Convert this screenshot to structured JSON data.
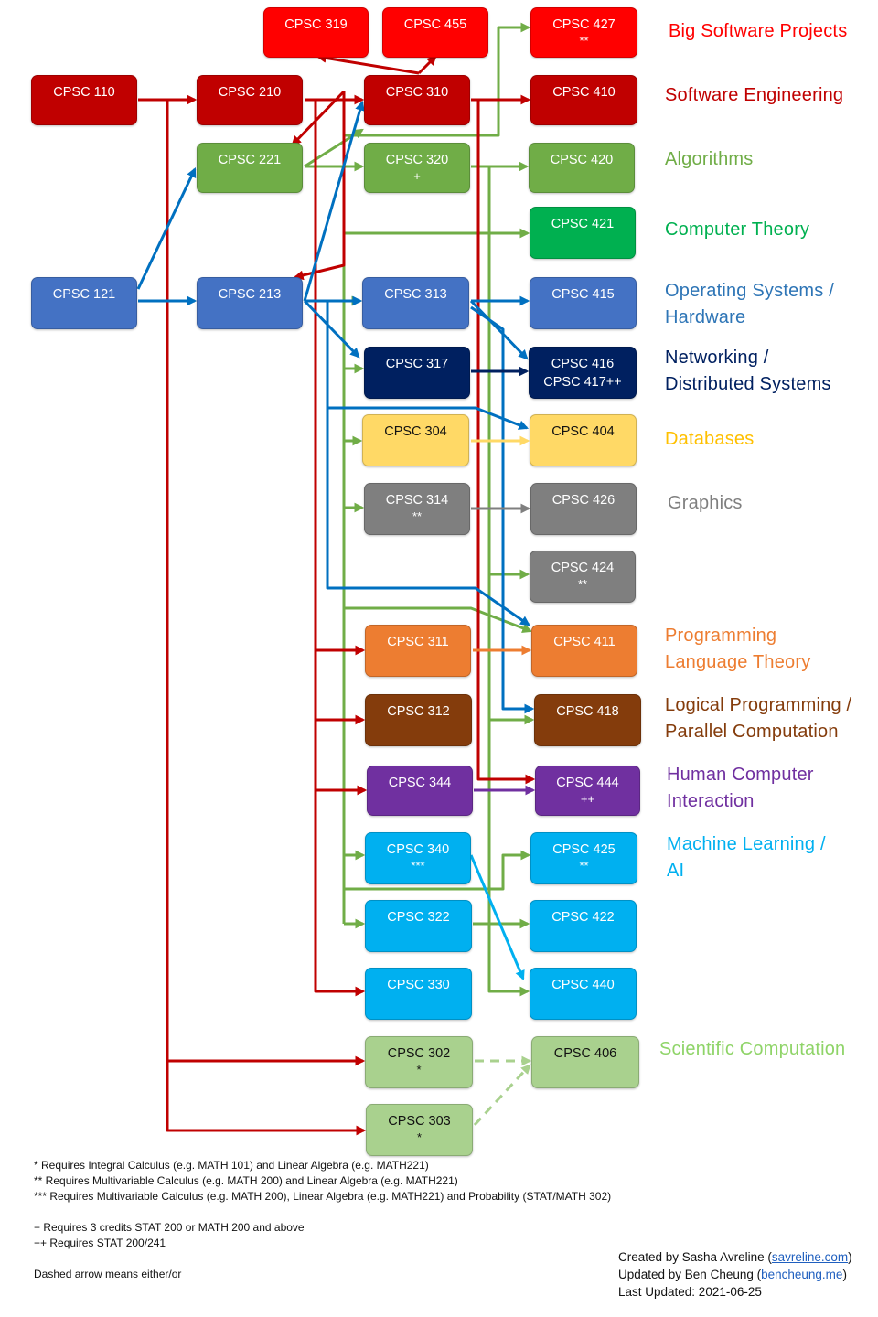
{
  "nodes": [
    {
      "id": "c319",
      "code": "CPSC 319",
      "mark": "",
      "color": "#ff0000",
      "text": "#ffffff"
    },
    {
      "id": "c455",
      "code": "CPSC 455",
      "mark": "",
      "color": "#ff0000",
      "text": "#ffffff"
    },
    {
      "id": "c427",
      "code": "CPSC 427",
      "mark": "**",
      "color": "#ff0000",
      "text": "#ffffff"
    },
    {
      "id": "c110",
      "code": "CPSC 110",
      "mark": "",
      "color": "#c00000",
      "text": "#ffffff"
    },
    {
      "id": "c210",
      "code": "CPSC 210",
      "mark": "",
      "color": "#c00000",
      "text": "#ffffff"
    },
    {
      "id": "c310",
      "code": "CPSC 310",
      "mark": "",
      "color": "#c00000",
      "text": "#ffffff"
    },
    {
      "id": "c410",
      "code": "CPSC 410",
      "mark": "",
      "color": "#c00000",
      "text": "#ffffff"
    },
    {
      "id": "c221",
      "code": "CPSC 221",
      "mark": "",
      "color": "#70ad47",
      "text": "#ffffff"
    },
    {
      "id": "c320",
      "code": "CPSC 320",
      "mark": "+",
      "color": "#70ad47",
      "text": "#ffffff"
    },
    {
      "id": "c420",
      "code": "CPSC 420",
      "mark": "",
      "color": "#70ad47",
      "text": "#ffffff"
    },
    {
      "id": "c421",
      "code": "CPSC 421",
      "mark": "",
      "color": "#00b050",
      "text": "#ffffff"
    },
    {
      "id": "c121",
      "code": "CPSC 121",
      "mark": "",
      "color": "#4472c4",
      "text": "#ffffff"
    },
    {
      "id": "c213",
      "code": "CPSC 213",
      "mark": "",
      "color": "#4472c4",
      "text": "#ffffff"
    },
    {
      "id": "c313",
      "code": "CPSC 313",
      "mark": "",
      "color": "#4472c4",
      "text": "#ffffff"
    },
    {
      "id": "c415",
      "code": "CPSC 415",
      "mark": "",
      "color": "#4472c4",
      "text": "#ffffff"
    },
    {
      "id": "c317",
      "code": "CPSC 317",
      "mark": "",
      "color": "#002060",
      "text": "#ffffff"
    },
    {
      "id": "c416",
      "code": "CPSC 416",
      "code2": "CPSC 417++",
      "mark": "",
      "color": "#002060",
      "text": "#ffffff"
    },
    {
      "id": "c304",
      "code": "CPSC 304",
      "mark": "",
      "color": "#ffd966",
      "text": "#111111"
    },
    {
      "id": "c404",
      "code": "CPSC 404",
      "mark": "",
      "color": "#ffd966",
      "text": "#111111"
    },
    {
      "id": "c314",
      "code": "CPSC 314",
      "mark": "**",
      "color": "#7f7f7f",
      "text": "#ffffff"
    },
    {
      "id": "c426",
      "code": "CPSC 426",
      "mark": "",
      "color": "#7f7f7f",
      "text": "#ffffff"
    },
    {
      "id": "c424",
      "code": "CPSC 424",
      "mark": "**",
      "color": "#7f7f7f",
      "text": "#ffffff"
    },
    {
      "id": "c311",
      "code": "CPSC 311",
      "mark": "",
      "color": "#ed7d31",
      "text": "#ffffff"
    },
    {
      "id": "c411",
      "code": "CPSC 411",
      "mark": "",
      "color": "#ed7d31",
      "text": "#ffffff"
    },
    {
      "id": "c312",
      "code": "CPSC 312",
      "mark": "",
      "color": "#843c0c",
      "text": "#ffffff"
    },
    {
      "id": "c418",
      "code": "CPSC 418",
      "mark": "",
      "color": "#843c0c",
      "text": "#ffffff"
    },
    {
      "id": "c344",
      "code": "CPSC 344",
      "mark": "",
      "color": "#7030a0",
      "text": "#ffffff"
    },
    {
      "id": "c444",
      "code": "CPSC 444",
      "mark": "++",
      "color": "#7030a0",
      "text": "#ffffff"
    },
    {
      "id": "c340",
      "code": "CPSC 340",
      "mark": "***",
      "color": "#00b0f0",
      "text": "#ffffff"
    },
    {
      "id": "c425",
      "code": "CPSC 425",
      "mark": "**",
      "color": "#00b0f0",
      "text": "#ffffff"
    },
    {
      "id": "c322",
      "code": "CPSC 322",
      "mark": "",
      "color": "#00b0f0",
      "text": "#ffffff"
    },
    {
      "id": "c422",
      "code": "CPSC 422",
      "mark": "",
      "color": "#00b0f0",
      "text": "#ffffff"
    },
    {
      "id": "c330",
      "code": "CPSC 330",
      "mark": "",
      "color": "#00b0f0",
      "text": "#ffffff"
    },
    {
      "id": "c440",
      "code": "CPSC 440",
      "mark": "",
      "color": "#00b0f0",
      "text": "#ffffff"
    },
    {
      "id": "c302",
      "code": "CPSC 302",
      "mark": "*",
      "color": "#a9d18e",
      "text": "#111111"
    },
    {
      "id": "c406",
      "code": "CPSC 406",
      "mark": "",
      "color": "#a9d18e",
      "text": "#111111"
    },
    {
      "id": "c303",
      "code": "CPSC 303",
      "mark": "*",
      "color": "#a9d18e",
      "text": "#111111"
    }
  ],
  "areas": [
    {
      "id": "big-software",
      "lines": [
        "Big Software Projects"
      ],
      "color": "#ff0000"
    },
    {
      "id": "software-eng",
      "lines": [
        "Software Engineering"
      ],
      "color": "#c00000"
    },
    {
      "id": "algorithms",
      "lines": [
        "Algorithms"
      ],
      "color": "#70ad47"
    },
    {
      "id": "computer-theory",
      "lines": [
        "Computer Theory"
      ],
      "color": "#00b050"
    },
    {
      "id": "os-hardware",
      "lines": [
        "Operating Systems /",
        "Hardware"
      ],
      "color": "#2e75b6"
    },
    {
      "id": "networking",
      "lines": [
        "Networking /",
        "Distributed Systems"
      ],
      "color": "#002060"
    },
    {
      "id": "databases",
      "lines": [
        "Databases"
      ],
      "color": "#ffc000"
    },
    {
      "id": "graphics",
      "lines": [
        "Graphics"
      ],
      "color": "#7f7f7f"
    },
    {
      "id": "pl-theory",
      "lines": [
        "Programming",
        "Language Theory"
      ],
      "color": "#ed7d31"
    },
    {
      "id": "logical-parallel",
      "lines": [
        "Logical Programming /",
        "Parallel Computation"
      ],
      "color": "#843c0c"
    },
    {
      "id": "hci",
      "lines": [
        "Human Computer",
        "Interaction"
      ],
      "color": "#7030a0"
    },
    {
      "id": "ml-ai",
      "lines": [
        "Machine Learning /",
        "AI"
      ],
      "color": "#00b0f0"
    },
    {
      "id": "sci-comp",
      "lines": [
        "Scientific Computation"
      ],
      "color": "#8fd468"
    }
  ],
  "edge_colors": {
    "red": "#c00000",
    "green": "#70ad47",
    "blue": "#0070c0",
    "navy": "#002060",
    "yellow": "#ffd966",
    "gray": "#7f7f7f",
    "orange": "#ed7d31",
    "purple": "#7030a0",
    "cyan": "#00b0f0",
    "lightgreen": "#a9d18e"
  },
  "notes": [
    "* Requires Integral Calculus (e.g. MATH 101) and Linear Algebra (e.g. MATH221)",
    "** Requires Multivariable Calculus (e.g. MATH 200) and Linear Algebra (e.g. MATH221)",
    "*** Requires Multivariable Calculus (e.g. MATH 200), Linear Algebra (e.g. MATH221) and Probability (STAT/MATH 302)",
    "",
    "+ Requires 3 credits STAT 200 or MATH 200 and above",
    "++ Requires STAT 200/241",
    "",
    "Dashed arrow means either/or"
  ],
  "credits": {
    "created_prefix": "Created by Sasha Avreline (",
    "created_link": "savreline.com",
    "created_suffix": ")",
    "updated_prefix": "Updated by Ben Cheung (",
    "updated_link": "bencheung.me",
    "updated_suffix": ")",
    "last_updated": "Last Updated: 2021-06-25"
  }
}
